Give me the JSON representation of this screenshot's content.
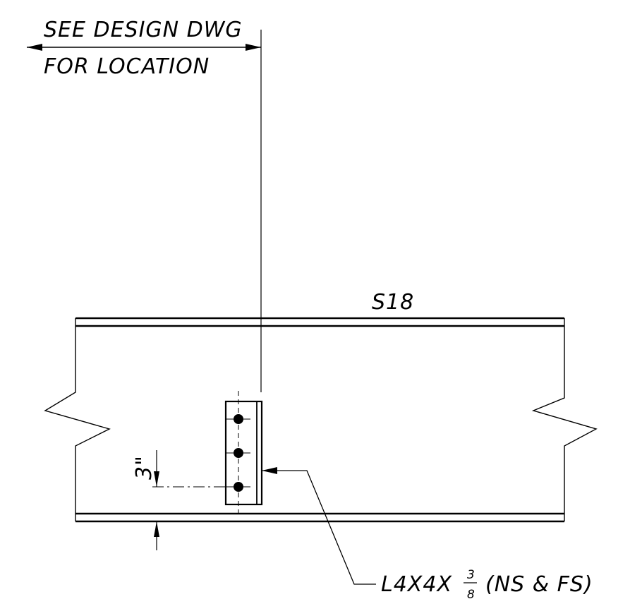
{
  "location_note": {
    "line1": "SEE DESIGN DWG",
    "line2": "FOR LOCATION"
  },
  "beam_label": "S18",
  "dimension": {
    "value": "3\""
  },
  "angle_callout": {
    "prefix": "L4X4X",
    "fraction_numerator": "3",
    "fraction_denominator": "8",
    "suffix": "(NS & FS)"
  },
  "bolt_count": 3
}
